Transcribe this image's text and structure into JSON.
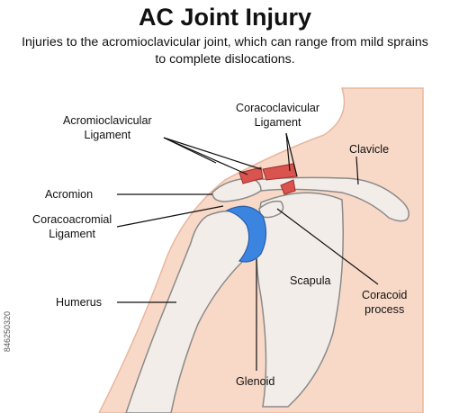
{
  "header": {
    "title": "AC Joint Injury",
    "subtitle": "Injuries to the acromioclavicular joint, which can range from mild sprains to complete dislocations."
  },
  "labels": {
    "acromioclavicular_ligament": "Acromioclavicular Ligament",
    "coracoclavicular_ligament": "Coracoclavicular Ligament",
    "clavicle": "Clavicle",
    "acromion": "Acromion",
    "coracoacromial_ligament": "Coracoacromial Ligament",
    "humerus": "Humerus",
    "scapula": "Scapula",
    "coracoid_process": "Coracoid process",
    "glenoid": "Glenoid"
  },
  "side_id": "846250320",
  "colors": {
    "skin": "#f8d9c7",
    "bone": "#f2ede8",
    "bone_outline": "#8a8a8a",
    "cartilage": "#3b84e0",
    "ligament": "#d9534f"
  }
}
